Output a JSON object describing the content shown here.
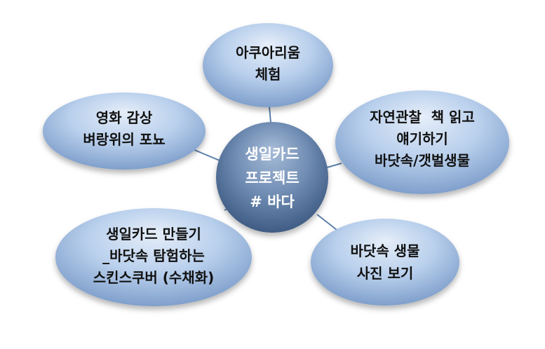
{
  "center": {
    "lines": [
      "생일카드",
      "프로젝트",
      "# 바다"
    ]
  },
  "nodes": {
    "top": {
      "lines": [
        "아쿠아리움",
        "체험"
      ]
    },
    "left": {
      "lines": [
        "영화 감상",
        "벼랑위의 포뇨"
      ]
    },
    "right": {
      "lines": [
        "자연관찰  책 읽고",
        "얘기하기",
        "바닷속/갯벌생물"
      ]
    },
    "bottom_left": {
      "lines": [
        "생일카드 만들기",
        "_바닷속 탐험하는",
        "스킨스쿠버 (수채화)"
      ]
    },
    "bottom_right": {
      "lines": [
        "바닷속 생물",
        "사진 보기"
      ]
    }
  },
  "colors": {
    "outer_light": "#dbe8f7",
    "outer_mid": "#a9c4e6",
    "outer_dark": "#7f9fcb",
    "center_light": "#9db3cf",
    "center_mid": "#6f8cb3",
    "center_dark": "#4a678e",
    "connector": "#5b7fa8"
  }
}
